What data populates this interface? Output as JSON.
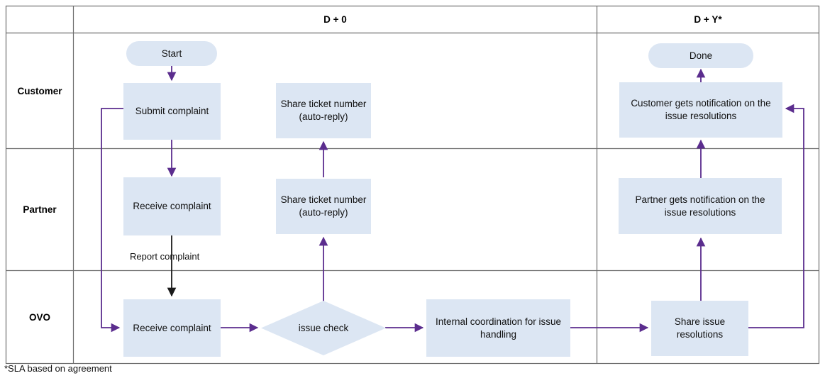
{
  "diagram": {
    "title": "Complaint handling swimlane flowchart",
    "colors": {
      "node_fill": "#dce6f3",
      "arrow": "#5b2d8e",
      "arrow_black": "#1a1a1a",
      "grid_line": "#6e6e6e",
      "background": "#ffffff"
    },
    "footnote": "*SLA based on agreement"
  },
  "columns": [
    {
      "id": "lane-col",
      "label": ""
    },
    {
      "id": "col-d0",
      "label": "D + 0"
    },
    {
      "id": "col-dy",
      "label": "D + Y*"
    }
  ],
  "lanes": [
    {
      "id": "lane-customer",
      "label": "Customer"
    },
    {
      "id": "lane-partner",
      "label": "Partner"
    },
    {
      "id": "lane-ovo",
      "label": "OVO"
    }
  ],
  "nodes": [
    {
      "id": "start",
      "label": "Start",
      "shape": "pill",
      "lane": "Customer",
      "column": "D + 0"
    },
    {
      "id": "submit-complaint",
      "label": "Submit complaint",
      "shape": "rectangle",
      "lane": "Customer",
      "column": "D + 0"
    },
    {
      "id": "share-ticket-customer",
      "label": "Share ticket number (auto-reply)",
      "shape": "rectangle",
      "lane": "Customer",
      "column": "D + 0"
    },
    {
      "id": "customer-notification",
      "label": "Customer gets notification on the issue resolutions",
      "shape": "rectangle",
      "lane": "Customer",
      "column": "D + Y*"
    },
    {
      "id": "done",
      "label": "Done",
      "shape": "pill",
      "lane": "Customer",
      "column": "D + Y*"
    },
    {
      "id": "receive-complaint-partner",
      "label": "Receive complaint",
      "shape": "rectangle",
      "lane": "Partner",
      "column": "D + 0"
    },
    {
      "id": "share-ticket-partner",
      "label": "Share ticket number (auto-reply)",
      "shape": "rectangle",
      "lane": "Partner",
      "column": "D + 0"
    },
    {
      "id": "partner-notification",
      "label": "Partner gets notification on the issue resolutions",
      "shape": "rectangle",
      "lane": "Partner",
      "column": "D + Y*"
    },
    {
      "id": "receive-complaint-ovo",
      "label": "Receive complaint",
      "shape": "rectangle",
      "lane": "OVO",
      "column": "D + 0"
    },
    {
      "id": "issue-check",
      "label": "issue check",
      "shape": "diamond",
      "lane": "OVO",
      "column": "D + 0"
    },
    {
      "id": "internal-coordination",
      "label": "Internal coordination for issue handling",
      "shape": "rectangle",
      "lane": "OVO",
      "column": "D + 0"
    },
    {
      "id": "share-issue-resolutions",
      "label": "Share issue resolutions",
      "shape": "rectangle",
      "lane": "OVO",
      "column": "D + Y*"
    }
  ],
  "edges": [
    {
      "id": "e-start-submit",
      "from": "start",
      "to": "submit-complaint",
      "label": ""
    },
    {
      "id": "e-submit-receive-partner",
      "from": "submit-complaint",
      "to": "receive-complaint-partner",
      "label": ""
    },
    {
      "id": "e-receive-partner-receive-ovo",
      "from": "receive-complaint-partner",
      "to": "receive-complaint-ovo",
      "label": "Report complaint"
    },
    {
      "id": "e-submit-receive-ovo",
      "from": "submit-complaint",
      "to": "receive-complaint-ovo",
      "label": ""
    },
    {
      "id": "e-receive-ovo-issue-check",
      "from": "receive-complaint-ovo",
      "to": "issue-check",
      "label": ""
    },
    {
      "id": "e-issue-check-share-tickets",
      "from": "issue-check",
      "to": "share-ticket-customer",
      "label": ""
    },
    {
      "id": "e-issue-check-internal",
      "from": "issue-check",
      "to": "internal-coordination",
      "label": ""
    },
    {
      "id": "e-internal-share-issue",
      "from": "internal-coordination",
      "to": "share-issue-resolutions",
      "label": ""
    },
    {
      "id": "e-share-issue-partner-notif",
      "from": "share-issue-resolutions",
      "to": "partner-notification",
      "label": ""
    },
    {
      "id": "e-partner-notif-customer-notif",
      "from": "partner-notification",
      "to": "customer-notification",
      "label": ""
    },
    {
      "id": "e-share-issue-customer-notif",
      "from": "share-issue-resolutions",
      "to": "customer-notification",
      "label": ""
    },
    {
      "id": "e-customer-notif-done",
      "from": "customer-notification",
      "to": "done",
      "label": ""
    }
  ],
  "labels": {
    "report_complaint": "Report complaint"
  }
}
